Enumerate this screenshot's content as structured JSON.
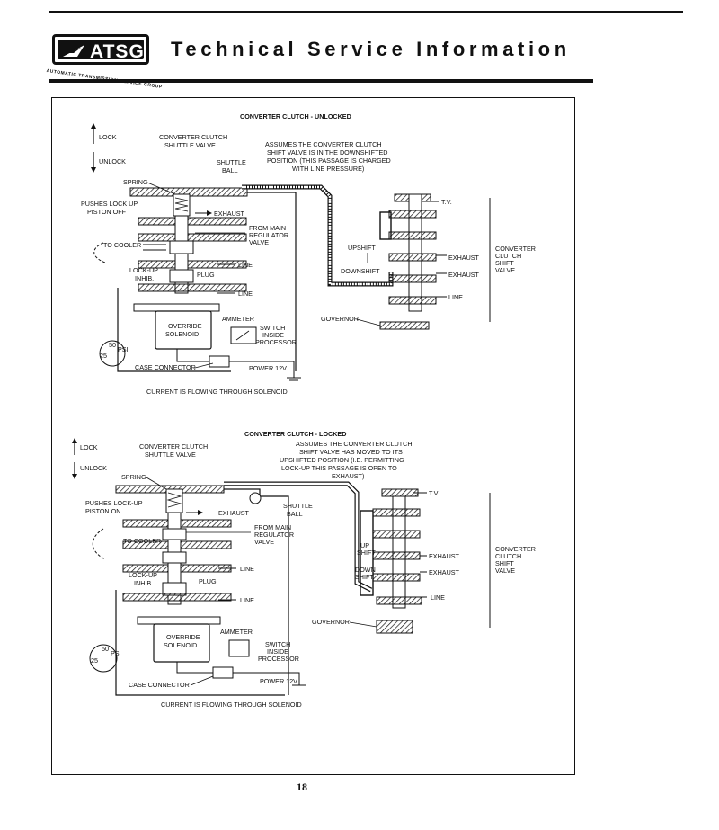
{
  "header": {
    "logo_text": "ATSG",
    "logo_subtitle": "AUTOMATIC TRANSMISSION SERVICE GROUP",
    "title": "Technical Service Information"
  },
  "unlocked": {
    "title": "CONVERTER CLUTCH - UNLOCKED",
    "lock": "LOCK",
    "unlock": "UNLOCK",
    "shuttle_valve": [
      "CONVERTER CLUTCH",
      "SHUTTLE VALVE"
    ],
    "shuttle_ball": [
      "SHUTTLE",
      "BALL"
    ],
    "spring": "SPRING",
    "assumes": [
      "ASSUMES THE CONVERTER CLUTCH",
      "SHIFT VALVE IS IN THE DOWNSHIFTED",
      "POSITION (THIS PASSAGE IS CHARGED",
      "WITH LINE PRESSURE)"
    ],
    "pushes": [
      "PUSHES LOCK UP",
      "PISTON OFF"
    ],
    "exhaust": "EXHAUST",
    "from_main": [
      "FROM MAIN",
      "REGULATOR",
      "VALVE"
    ],
    "to_cooler": "TO COOLER",
    "lockup_inhib": [
      "LOCK-UP",
      "INHIB."
    ],
    "plug": "PLUG",
    "line": "LINE",
    "line2": "LINE",
    "override": [
      "OVERRIDE",
      "SOLENOID"
    ],
    "ammeter": "AMMETER",
    "switch": [
      "SWITCH",
      "INSIDE",
      "PROCESSOR"
    ],
    "case_connector": "CASE CONNECTOR",
    "power": "POWER 12V",
    "gauge_50": "50",
    "gauge_25": "25",
    "gauge_psi": "PSI",
    "current": "CURRENT IS FLOWING THROUGH SOLENOID",
    "tv": "T.V.",
    "upshift": "UPSHIFT",
    "downshift": "DOWNSHIFT",
    "exhaust_r1": "EXHAUST",
    "exhaust_r2": "EXHAUST",
    "line_r": "LINE",
    "ccsv": [
      "CONVERTER",
      "CLUTCH",
      "SHIFT",
      "VALVE"
    ],
    "governor": "GOVERNOR"
  },
  "locked": {
    "title": "CONVERTER CLUTCH - LOCKED",
    "lock": "LOCK",
    "unlock": "UNLOCK",
    "shuttle_valve": [
      "CONVERTER CLUTCH",
      "SHUTTLE VALVE"
    ],
    "shuttle_ball": [
      "SHUTTLE",
      "BALL"
    ],
    "spring": "SPRING",
    "assumes": [
      "ASSUMES THE CONVERTER CLUTCH",
      "SHIFT VALVE HAS MOVED TO ITS",
      "UPSHIFTED POSITION (I.E. PERMITTING",
      "LOCK-UP THIS PASSAGE IS OPEN TO",
      "EXHAUST)"
    ],
    "pushes": [
      "PUSHES LOCK-UP",
      "PISTON ON"
    ],
    "exhaust": "EXHAUST",
    "from_main": [
      "FROM MAIN",
      "REGULATOR",
      "VALVE"
    ],
    "to_cooler": "TO COOLER",
    "lockup_inhib": [
      "LOCK-UP",
      "INHIB."
    ],
    "plug": "PLUG",
    "line": "LINE",
    "line2": "LINE",
    "override": [
      "OVERRIDE",
      "SOLENOID"
    ],
    "ammeter": "AMMETER",
    "switch": [
      "SWITCH",
      "INSIDE",
      "PROCESSOR"
    ],
    "case_connector": "CASE CONNECTOR",
    "power": "POWER 12V",
    "gauge_50": "50",
    "gauge_25": "25",
    "gauge_psi": "PSI",
    "current": "CURRENT IS FLOWING THROUGH SOLENOID",
    "tv": "T.V.",
    "upshift": [
      "UP",
      "SHIFT"
    ],
    "downshift": [
      "DOWN",
      "SHIFT"
    ],
    "exhaust_r1": "EXHAUST",
    "exhaust_r2": "EXHAUST",
    "line_r": "LINE",
    "ccsv": [
      "CONVERTER",
      "CLUTCH",
      "SHIFT",
      "VALVE"
    ],
    "governor": "GOVERNOR"
  },
  "page_number": "18"
}
